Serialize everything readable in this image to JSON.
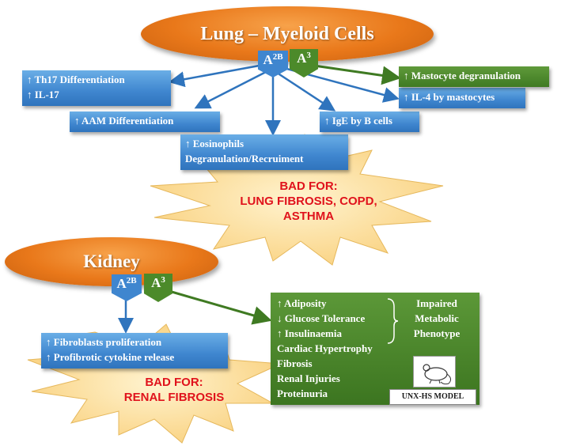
{
  "lung": {
    "title": "Lung – Myeloid Cells",
    "receptor_a2b": {
      "main": "A",
      "sub": "2B"
    },
    "receptor_a3": {
      "main": "A",
      "sub": "3"
    },
    "effects": {
      "th17": [
        "↑ Th17 Differentiation",
        "↑ IL-17"
      ],
      "aam": "↑ AAM Differentiation",
      "eosinophils": [
        "↑ Eosinophils",
        "Degranulation/Recruiment"
      ],
      "ige": "↑ IgE by B cells",
      "il4": "↑ IL-4 by mastocytes",
      "mastocyte": "↑ Mastocyte degranulation"
    },
    "bad_for": [
      "BAD FOR:",
      "LUNG FIBROSIS, COPD,",
      "ASTHMA"
    ]
  },
  "kidney": {
    "title": "Kidney",
    "receptor_a2b": {
      "main": "A",
      "sub": "2B"
    },
    "receptor_a3": {
      "main": "A",
      "sub": "3"
    },
    "effects": {
      "fibroblasts": [
        "↑ Fibroblasts  proliferation",
        "↑ Profibrotic cytokine release"
      ]
    },
    "bad_for": [
      "BAD FOR:",
      "RENAL FIBROSIS"
    ],
    "metabolic": {
      "items": [
        "↑ Adiposity",
        "↓ Glucose Tolerance",
        "↑ Insulinaemia",
        "Cardiac Hypertrophy",
        "Fibrosis",
        "Renal Injuries",
        "Proteinuria"
      ],
      "phenotype": [
        "Impaired",
        "Metabolic",
        "Phenotype"
      ],
      "model_label": "UNX-HS MODEL"
    }
  },
  "colors": {
    "orange": "#e9781a",
    "blue": "#3f86cf",
    "green": "#3f7a22",
    "star": "#fcd98a",
    "red": "#e0121c"
  }
}
